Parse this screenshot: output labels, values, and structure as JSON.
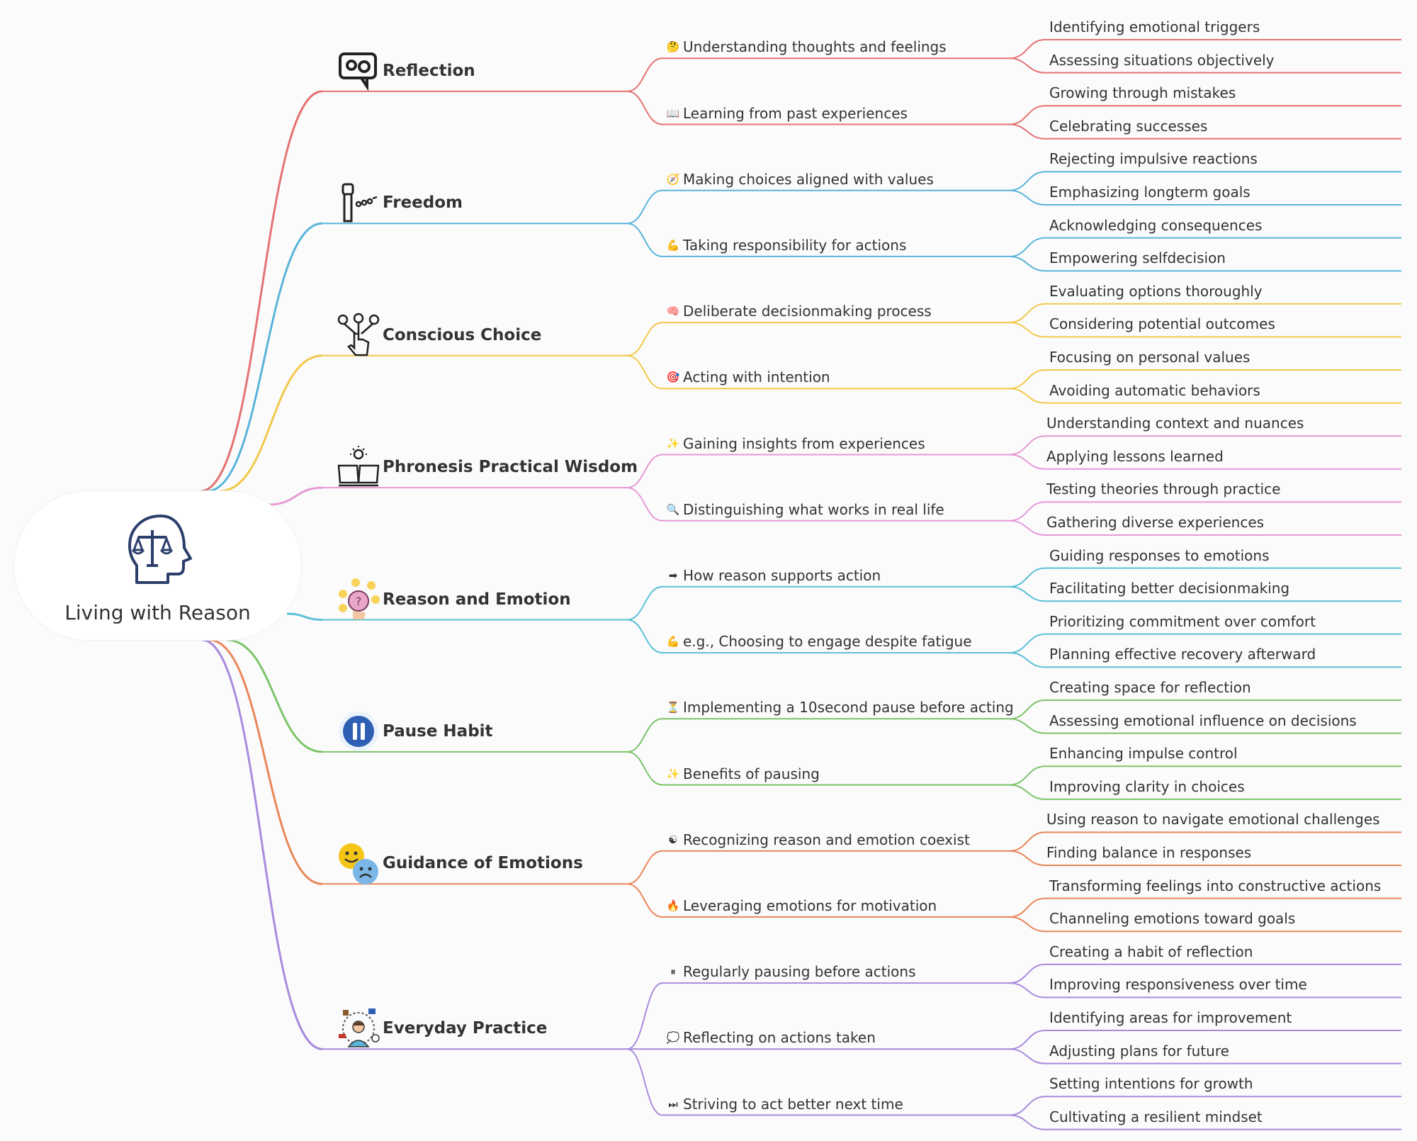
{
  "root": {
    "label": "Living with Reason"
  },
  "branches": [
    {
      "label": "Reflection",
      "icon": "speech-gears-icon",
      "color": "#e57373",
      "subs": [
        {
          "emoji": "🤔",
          "label": "Understanding thoughts and feelings",
          "leaves": [
            "Identifying emotional triggers",
            "Assessing situations objectively"
          ]
        },
        {
          "emoji": "📖",
          "label": "Learning from past experiences",
          "leaves": [
            "Growing through mistakes",
            "Celebrating successes"
          ]
        }
      ]
    },
    {
      "label": "Freedom",
      "icon": "raised-fist-chain-icon",
      "color": "#5ab4d9",
      "subs": [
        {
          "emoji": "🧭",
          "label": "Making choices aligned with values",
          "leaves": [
            "Rejecting impulsive reactions",
            "Emphasizing longterm goals"
          ]
        },
        {
          "emoji": "💪",
          "label": "Taking responsibility for actions",
          "leaves": [
            "Acknowledging consequences",
            "Empowering selfdecision"
          ]
        }
      ]
    },
    {
      "label": "Conscious Choice",
      "icon": "hand-choice-icon",
      "color": "#f2c94c",
      "subs": [
        {
          "emoji": "🧠",
          "label": "Deliberate decisionmaking process",
          "leaves": [
            "Evaluating options thoroughly",
            "Considering potential outcomes"
          ]
        },
        {
          "emoji": "🎯",
          "label": "Acting with intention",
          "leaves": [
            "Focusing on personal values",
            "Avoiding automatic behaviors"
          ]
        }
      ]
    },
    {
      "label": "Phronesis Practical Wisdom",
      "icon": "open-book-idea-icon",
      "color": "#e59ad6",
      "subs": [
        {
          "emoji": "✨",
          "label": "Gaining insights from experiences",
          "leaves": [
            "Understanding context and nuances",
            "Applying lessons learned"
          ]
        },
        {
          "emoji": "🔍",
          "label": "Distinguishing what works in real life",
          "leaves": [
            "Testing theories through practice",
            "Gathering diverse experiences"
          ]
        }
      ]
    },
    {
      "label": "Reason and Emotion",
      "icon": "head-emotions-icon",
      "color": "#5bc0d6",
      "subs": [
        {
          "emoji": "➡",
          "label": "How  reason supports action",
          "leaves": [
            "Guiding responses to emotions",
            "Facilitating better decisionmaking"
          ]
        },
        {
          "emoji": "💪",
          "label": "e.g., Choosing to engage despite fatigue",
          "leaves": [
            "Prioritizing commitment over comfort",
            "Planning effective recovery afterward"
          ]
        }
      ]
    },
    {
      "label": "Pause Habit",
      "icon": "pause-icon",
      "color": "#7cc46a",
      "subs": [
        {
          "emoji": "⏳",
          "label": "Implementing a 10second pause before acting",
          "leaves": [
            "Creating space for reflection",
            "Assessing emotional influence on decisions"
          ]
        },
        {
          "emoji": "✨",
          "label": "Benefits of pausing",
          "leaves": [
            "Enhancing impulse control",
            "Improving clarity in choices"
          ]
        }
      ]
    },
    {
      "label": "Guidance of Emotions",
      "icon": "happy-sad-faces-icon",
      "color": "#e8875a",
      "subs": [
        {
          "emoji": "☯",
          "label": "Recognizing reason and emotion coexist",
          "leaves": [
            "Using reason to navigate emotional challenges",
            "Finding balance in responses"
          ]
        },
        {
          "emoji": "🔥",
          "label": "Leveraging emotions for motivation",
          "leaves": [
            "Transforming feelings into constructive actions",
            "Channeling emotions toward goals"
          ]
        }
      ]
    },
    {
      "label": "Everyday Practice",
      "icon": "person-routine-icon",
      "color": "#a98bdc",
      "subs": [
        {
          "emoji": "⏸",
          "label": "Regularly pausing before actions",
          "leaves": [
            "Creating a habit of reflection",
            "Improving responsiveness over time"
          ]
        },
        {
          "emoji": "💭",
          "label": "Reflecting on actions taken",
          "leaves": [
            "Identifying areas for improvement",
            "Adjusting plans for future"
          ]
        },
        {
          "emoji": "⏭",
          "label": "Striving to act better next time",
          "leaves": [
            "Setting intentions for growth",
            "Cultivating a resilient mindset"
          ]
        }
      ]
    }
  ]
}
